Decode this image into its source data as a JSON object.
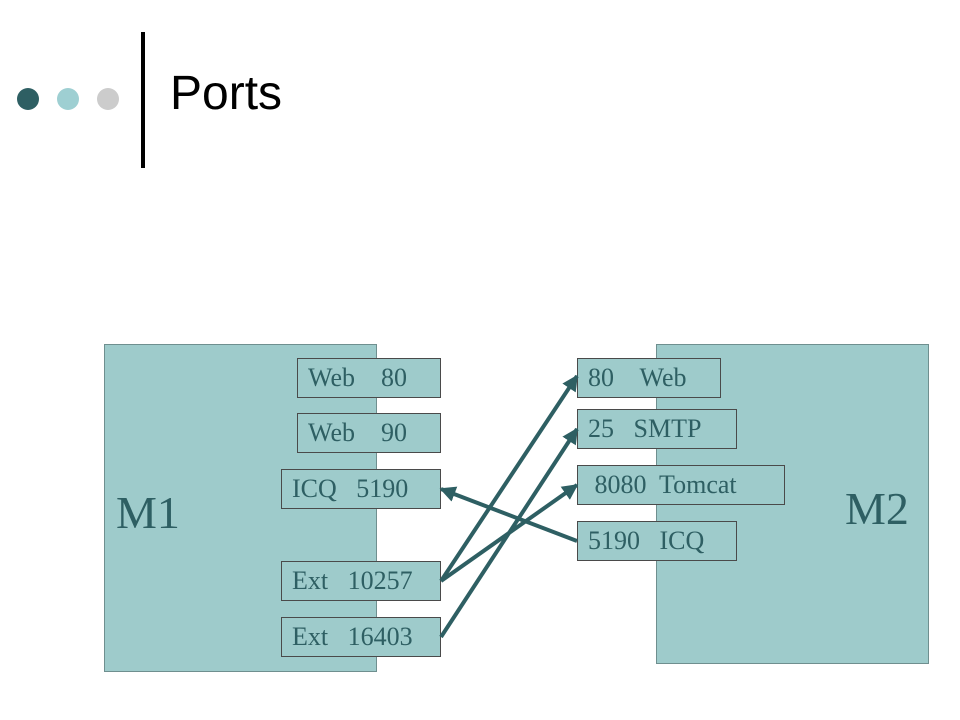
{
  "slide": {
    "title": "Ports",
    "accent_dots": [
      "#2e5f63",
      "#9ecfd2",
      "#cccccc"
    ]
  },
  "colors": {
    "machine_fill": "#9ecbcb",
    "port_fill": "#9ecbcb",
    "arrow": "#2e5f63",
    "label": "#2e5f63"
  },
  "machines": {
    "m1": {
      "label": "M1",
      "ports": [
        "Web    80",
        "Web    90",
        "ICQ   5190",
        "Ext   10257",
        "Ext   16403"
      ]
    },
    "m2": {
      "label": "M2",
      "ports": [
        "80    Web",
        "25   SMTP",
        " 8080  Tomcat",
        "5190   ICQ"
      ]
    }
  },
  "connections": [
    {
      "from": "Ext   10257",
      "to": "80    Web"
    },
    {
      "from": "Ext   10257",
      "to": " 8080  Tomcat"
    },
    {
      "from": "Ext   16403",
      "to": "25   SMTP"
    },
    {
      "from": "5190   ICQ",
      "to": "ICQ   5190"
    }
  ]
}
